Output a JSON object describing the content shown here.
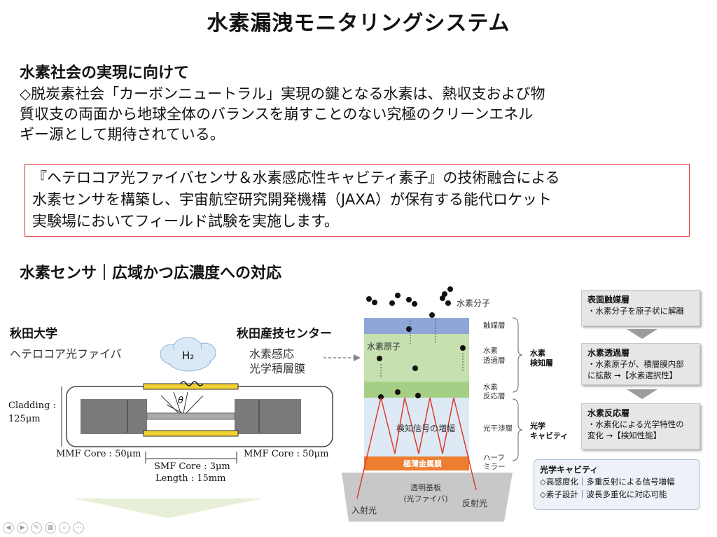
{
  "title": "水素漏洩モニタリングシステム",
  "section1": {
    "heading": "水素社会の実現に向けて",
    "lines": [
      "◇脱炭素社会「カーボンニュートラル」実現の鍵となる水素は、熱収支および物",
      "質収支の両面から地球全体のバランスを崩すことのない究極のクリーンエネル",
      "ギー源として期待されている。"
    ]
  },
  "highlight_box": {
    "lines": [
      "『ヘテロコア光ファイバセンサ＆水素感応性キャビティ素子』の技術融合による",
      "水素センサを構築し、宇宙航空研究開発機構（JAXA）が保有する能代ロケット",
      "実験場においてフィールド試験を実施します。"
    ]
  },
  "section2": {
    "heading": "水素センサ｜広域かつ広濃度への対応"
  },
  "left_diagram": {
    "org1": "秋田大学",
    "org1_sub": "ヘテロコア光ファイバ",
    "org2": "秋田産技センター",
    "org2_sub1": "水素感応",
    "org2_sub2": "光学積層膜",
    "cloud": "H₂",
    "theta": "θ",
    "cladding1": "Cladding :",
    "cladding2": "125μm",
    "mmf_left": "MMF Core : 50μm",
    "mmf_right": "MMF Core : 50μm",
    "smf": "SMF Core : 3μm",
    "length": "Length : 15mm"
  },
  "stack_diagram": {
    "molecule_label": "水素分子",
    "atom_label": "水素原子",
    "signal_label": "検知信号の増幅",
    "metal_label": "極薄金属膜",
    "substrate1": "透明基板",
    "substrate2": "(光ファイバ)",
    "incident": "入射光",
    "reflected": "反射光",
    "layer_labels": {
      "catalyst": "触媒層",
      "perm1": "水素",
      "perm2": "透過層",
      "react1": "水素",
      "react2": "反応層",
      "interf": "光干渉層",
      "mirror1": "ハーフ",
      "mirror2": "ミラー"
    },
    "group1a": "水素",
    "group1b": "検知層",
    "group2a": "光学",
    "group2b": "キャビティ"
  },
  "sidebar": {
    "boxes": [
      {
        "title": "表面触媒層",
        "lines": [
          "・水素分子を原子状に解離"
        ]
      },
      {
        "title": "水素透過層",
        "lines": [
          "・水素原子が、積層膜内部",
          "に拡散 →【水素選択性】"
        ]
      },
      {
        "title": "水素反応層",
        "lines": [
          "・水素化による光学特性の",
          "変化 →【検知性能】"
        ]
      }
    ],
    "cavity": {
      "title": "光学キャビティ",
      "lines": [
        "◇高感度化｜多重反射による信号増幅",
        "◇素子設計｜波長多重化に対応可能"
      ]
    }
  },
  "colors": {
    "catalyst": "#8ea6d8",
    "permeation": "#c6e0b0",
    "reaction": "#a6cf86",
    "interference": "#dde9f5",
    "metal": "#ed7d31",
    "substrate": "#c8c8c8",
    "arrow": "#e03a2a",
    "highlight_border": "#e03030"
  }
}
